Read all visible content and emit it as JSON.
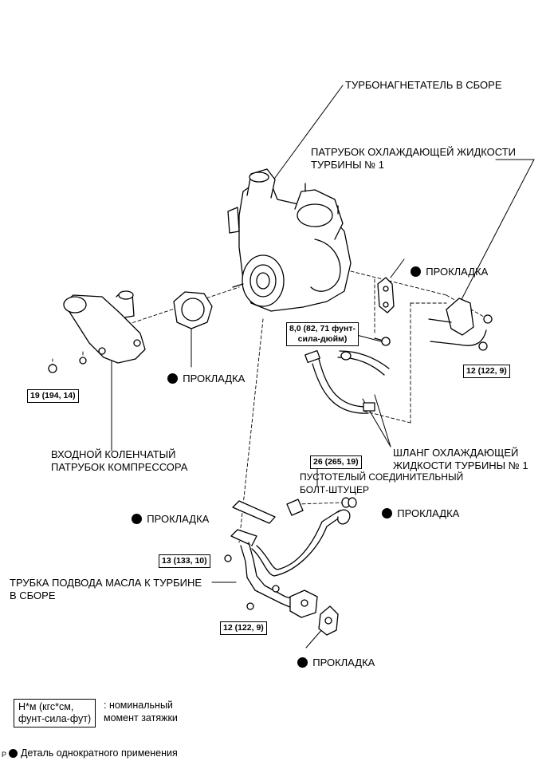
{
  "labels": {
    "turbo_assy": "ТУРБОНАГНЕТАТЕЛЬ В СБОРЕ",
    "coolant_pipe": "ПАТРУБОК ОХЛАЖДАЮЩЕЙ ЖИДКОСТИ\nТУРБИНЫ № 1",
    "gasket_a": "ПРОКЛАДКА",
    "gasket_b": "ПРОКЛАДКА",
    "gasket_c": "ПРОКЛАДКА",
    "gasket_d": "ПРОКЛАДКА",
    "gasket_e": "ПРОКЛАДКА",
    "inlet_elbow": "ВХОДНОЙ КОЛЕНЧАТЫЙ\nПАТРУБОК КОМПРЕССОРА",
    "coolant_hose": "ШЛАНГ ОХЛАЖДАЮЩЕЙ\nЖИДКОСТИ ТУРБИНЫ № 1",
    "union_bolt": "ПУСТОТЕЛЫЙ СОЕДИНИТЕЛЬНЫЙ\nБОЛТ-ШТУЦЕР",
    "oil_pipe": "ТРУБКА ПОДВОДА МАСЛА К ТУРБИНЕ\nВ СБОРЕ"
  },
  "torques": {
    "t_80": "8,0 (82, 71 фунт-\nсила-дюйм)",
    "t_12_right": "12 (122, 9)",
    "t_19": "19 (194, 14)",
    "t_26": "26 (265, 19)",
    "t_13": "13 (133, 10)",
    "t_12_bottom": "12 (122, 9)"
  },
  "legend": {
    "unit_box": "Н*м (кгс*см,\nфунт-сила-фут)",
    "unit_desc": ": номинальный\nмомент затяжки",
    "single_use": "Деталь однократного применения"
  },
  "page_marker": "P"
}
